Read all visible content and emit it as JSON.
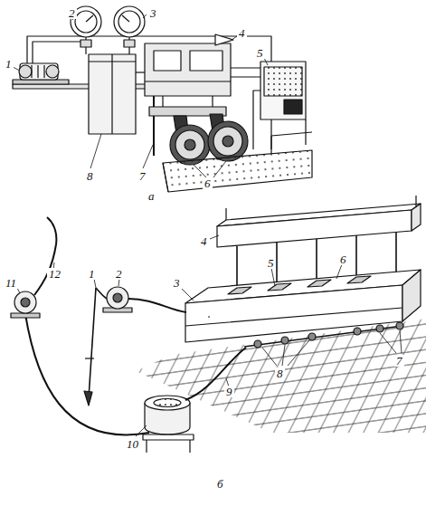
{
  "diagram": {
    "labels": [
      "2",
      "3",
      "4",
      "5",
      "1",
      "8",
      "7",
      "6",
      "а",
      "11",
      "12",
      "1",
      "2",
      "4",
      "5",
      "6",
      "3",
      "7",
      "8",
      "9",
      "10",
      "б"
    ]
  }
}
